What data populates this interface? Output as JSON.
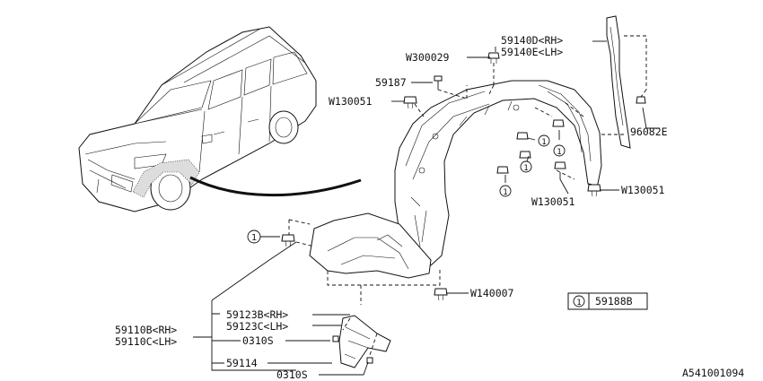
{
  "diagram": {
    "diagram_code": "A541001094",
    "legend": {
      "marker": "1",
      "part": "59188B"
    },
    "callout_marker": "1",
    "labels": {
      "p59140d": "59140D<RH>",
      "p59140e": "59140E<LH>",
      "w300029": "W300029",
      "p59187": "59187",
      "w130051_a": "W130051",
      "p96082e": "96082E",
      "w130051_b": "W130051",
      "w130051_c": "W130051",
      "w140007": "W140007",
      "p59110b": "59110B<RH>",
      "p59110c": "59110C<LH>",
      "p59123b": "59123B<RH>",
      "p59123c": "59123C<LH>",
      "p0310s_a": "0310S",
      "p59114": "59114",
      "p0310s_b": "0310S"
    }
  }
}
